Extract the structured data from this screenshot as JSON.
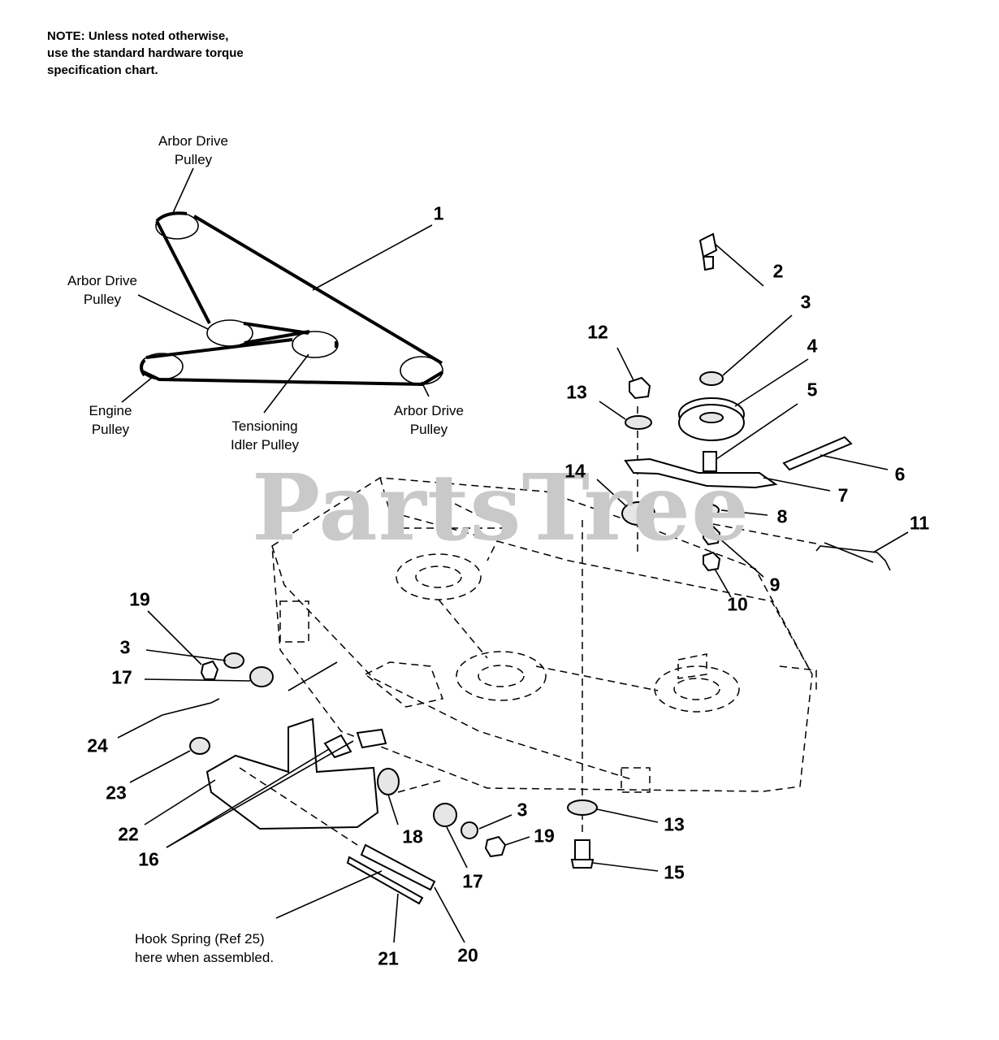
{
  "note": {
    "lines": [
      "NOTE: Unless noted otherwise,",
      "use the standard hardware torque",
      "specification chart."
    ]
  },
  "belt_diagram": {
    "labels": {
      "arbor_top": [
        "Arbor Drive",
        "Pulley"
      ],
      "arbor_mid": [
        "Arbor Drive",
        "Pulley"
      ],
      "engine": [
        "Engine",
        "Pulley"
      ],
      "tensioning": [
        "Tensioning",
        "Idler Pulley"
      ],
      "arbor_right": [
        "Arbor Drive",
        "Pulley"
      ]
    }
  },
  "hook_note": [
    "Hook Spring (Ref 25)",
    "here when assembled."
  ],
  "watermark": "PartsTree",
  "callouts": {
    "c1": "1",
    "c2": "2",
    "c3a": "3",
    "c4": "4",
    "c5": "5",
    "c6": "6",
    "c7": "7",
    "c8": "8",
    "c9": "9",
    "c10": "10",
    "c11": "11",
    "c12": "12",
    "c13a": "13",
    "c14": "14",
    "c19a": "19",
    "c3b": "3",
    "c17a": "17",
    "c24": "24",
    "c23": "23",
    "c22": "22",
    "c16": "16",
    "c18": "18",
    "c17b": "17",
    "c3c": "3",
    "c19b": "19",
    "c13b": "13",
    "c15": "15",
    "c21": "21",
    "c20": "20"
  }
}
